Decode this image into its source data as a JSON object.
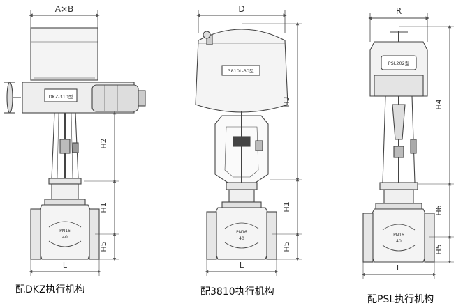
{
  "diagrams": [
    {
      "caption": "配DKZ执行机构",
      "width_label": "A×B",
      "nameplate": "DKZ-310型",
      "body_label_1": "PN16",
      "body_label_2": "40",
      "dims": {
        "h2": "H2",
        "h1": "H1",
        "h5": "H5",
        "length": "L"
      }
    },
    {
      "caption": "配3810执行机构",
      "width_label": "D",
      "nameplate": "3810L-30型",
      "body_label_1": "PN16",
      "body_label_2": "40",
      "dims": {
        "h3": "H3",
        "h1": "H1",
        "h5": "H5",
        "length": "L"
      }
    },
    {
      "caption": "配PSL执行机构",
      "width_label": "R",
      "nameplate": "PSL202型",
      "body_label_1": "PN16",
      "body_label_2": "40",
      "dims": {
        "h4": "H4",
        "h6": "H6",
        "h5": "H5",
        "length": "L"
      }
    }
  ]
}
